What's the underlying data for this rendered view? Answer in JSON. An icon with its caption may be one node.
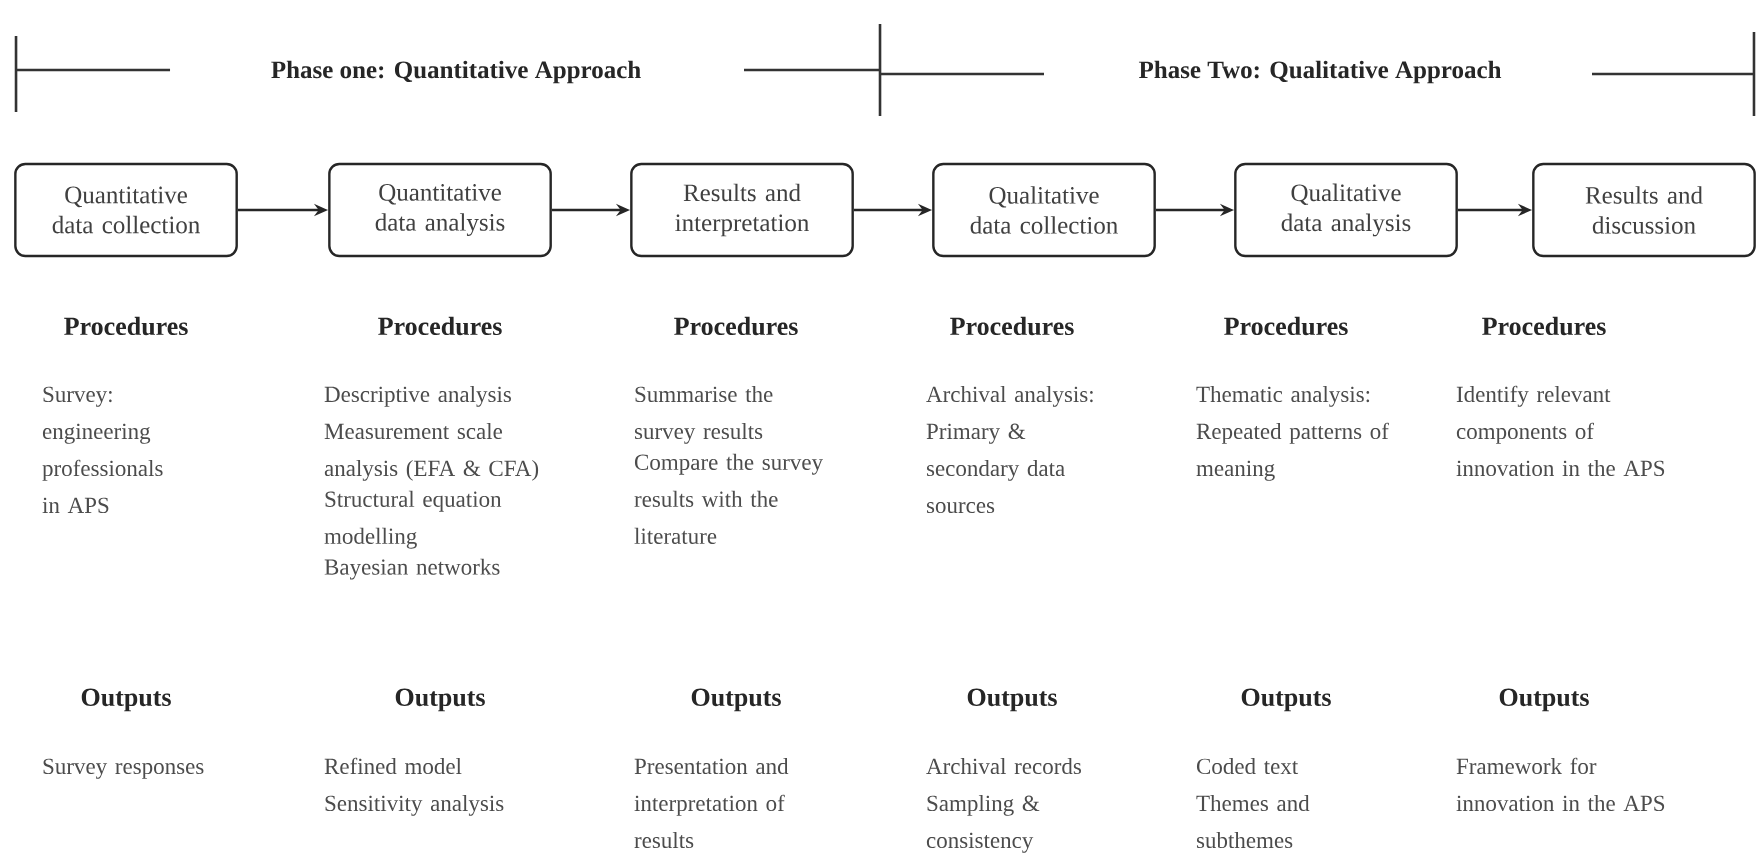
{
  "diagram": {
    "nodes": [
      {
        "text": [
          "Quantitative data collection"
        ]
      },
      {
        "text": [
          "Quantitative data analysis"
        ]
      },
      {
        "text": [
          "Results and interpretation"
        ]
      },
      {
        "text": [
          "Qualitative data collection"
        ]
      },
      {
        "text": [
          "Qualitative data analysis"
        ]
      },
      {
        "text": [
          "Results and discussion"
        ]
      }
    ],
    "edges": [
      {
        "from": 0,
        "to": 1,
        "arrow": "to"
      },
      {
        "from": 1,
        "to": 2,
        "arrow": "to"
      },
      {
        "from": 2,
        "to": 3,
        "arrow": "to"
      },
      {
        "from": 3,
        "to": 4,
        "arrow": "to"
      },
      {
        "from": 4,
        "to": 5,
        "arrow": "to"
      }
    ],
    "labels": [
      "Phase one: Quantitative Approach",
      "Phase Two: Qualitative Approach",
      "Procedures",
      "Procedures",
      "Procedures",
      "Procedures",
      "Procedures",
      "Procedures",
      "Survey: engineering professionals in APS",
      "Descriptive analysis",
      "Measurement scale analysis (EFA & CFA)",
      "Structural equation modelling",
      "Bayesian networks",
      "Summarise the survey results",
      "Compare the survey results with the literature",
      "Archival analysis: Primary & secondary data sources",
      "Thematic analysis: Repeated patterns of meaning",
      "Identify relevant components of innovation in the APS",
      "Outputs",
      "Outputs",
      "Outputs",
      "Outputs",
      "Outputs",
      "Outputs",
      "Survey responses",
      "Refined model",
      "Sensitivity analysis",
      "Presentation and interpretation of results",
      "Archival records",
      "Sampling & consistency",
      "Coded text",
      "Themes and subthemes",
      "Framework for innovation in the APS"
    ]
  }
}
